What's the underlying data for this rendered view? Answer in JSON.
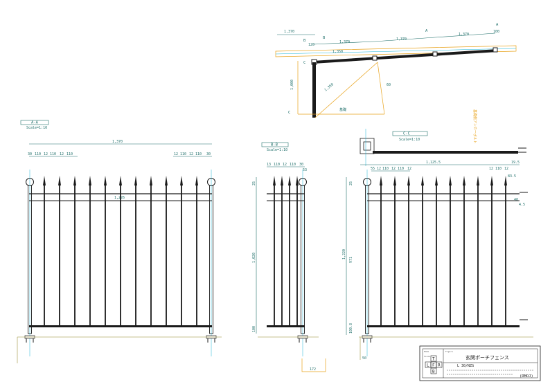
{
  "views": {
    "aa": {
      "title": "A-A",
      "scale": "Scale=1:10",
      "overall": "1,370",
      "inner": "1,226",
      "pitch_left": [
        "30",
        "110",
        "12",
        "110",
        "12",
        "110"
      ],
      "pitch_right": [
        "12",
        "110",
        "12",
        "110",
        "30"
      ]
    },
    "bb": {
      "title": "B-B",
      "scale": "Scale=1:10",
      "pitch": [
        "13",
        "110",
        "12",
        "110",
        "30"
      ],
      "height": "1,020",
      "top_gap": "53",
      "top_off": "25",
      "bottom_off": "100",
      "foot": "172"
    },
    "cc": {
      "title": "C-C",
      "scale": "Scale=1:10",
      "pitch": [
        "55",
        "12",
        "110",
        "12",
        "110",
        "12"
      ],
      "pitch_right": [
        "12",
        "110",
        "12"
      ],
      "length": "1,125.5",
      "right_off": "19.5",
      "height": "1,220",
      "mid": "971",
      "top_off": "25",
      "bottom_off": "100.8",
      "side_a": "83.5",
      "side_b": "40",
      "side_c": "4.5",
      "foot": "50",
      "note": "基礎側アンカーボルト"
    },
    "plan": {
      "left_top": "1,370",
      "seg1": "1,370",
      "seg2": "1,370",
      "seg3": "1,370",
      "short": "120",
      "edge": "100",
      "mark_a": "A",
      "mark_b": "B",
      "mark_c": "C",
      "diag": "1,350",
      "rise": "1,000",
      "inner": "1,350",
      "angle": "60",
      "base": "基礎"
    }
  },
  "title_block": {
    "name_label": "Name",
    "scale_label": "Scale",
    "fig_label": "Figure",
    "title": "玄関ポーチフェンス",
    "subtitle": "L 30/NZG",
    "company": "(RMOJ)",
    "letters": {
      "t": "T",
      "l": "L",
      "f": "F",
      "r": "R",
      "b": "B"
    }
  },
  "colors": {
    "line": "#1a1a1a",
    "dim": "#1f6f6a",
    "accent": "#e8a21a",
    "cyan": "#19b4d6",
    "ground": "#b5ae6a"
  }
}
